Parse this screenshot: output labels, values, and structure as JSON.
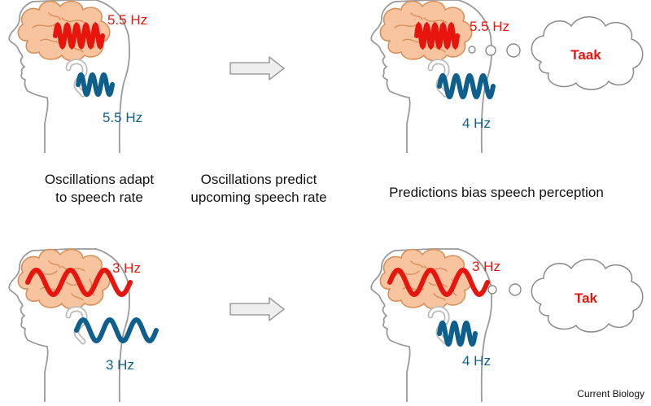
{
  "colors": {
    "brain_oscillation": "#e8150e",
    "auditory_oscillation": "#0f5f8c",
    "brain_fill": "#f7c49f",
    "brain_stroke": "#d6905a",
    "head_stroke": "#9a9a9a",
    "arrow_fill": "#eeeeee",
    "arrow_stroke": "#8c8c8c",
    "percept_text": "#e8150e"
  },
  "panels": {
    "top_left": {
      "brain_freq": "5.5 Hz",
      "ear_freq": "5.5 Hz"
    },
    "top_right": {
      "brain_freq": "5.5 Hz",
      "ear_freq": "4 Hz",
      "percept": "Taak"
    },
    "bottom_left": {
      "brain_freq": "3 Hz",
      "ear_freq": "3 Hz"
    },
    "bottom_right": {
      "brain_freq": "3 Hz",
      "ear_freq": "4 Hz",
      "percept": "Tak"
    }
  },
  "captions": {
    "adapt": [
      "Oscillations adapt",
      "to speech rate"
    ],
    "predict": [
      "Oscillations predict",
      "upcoming speech rate"
    ],
    "bias": "Predictions bias speech perception"
  },
  "credit": "Current Biology"
}
